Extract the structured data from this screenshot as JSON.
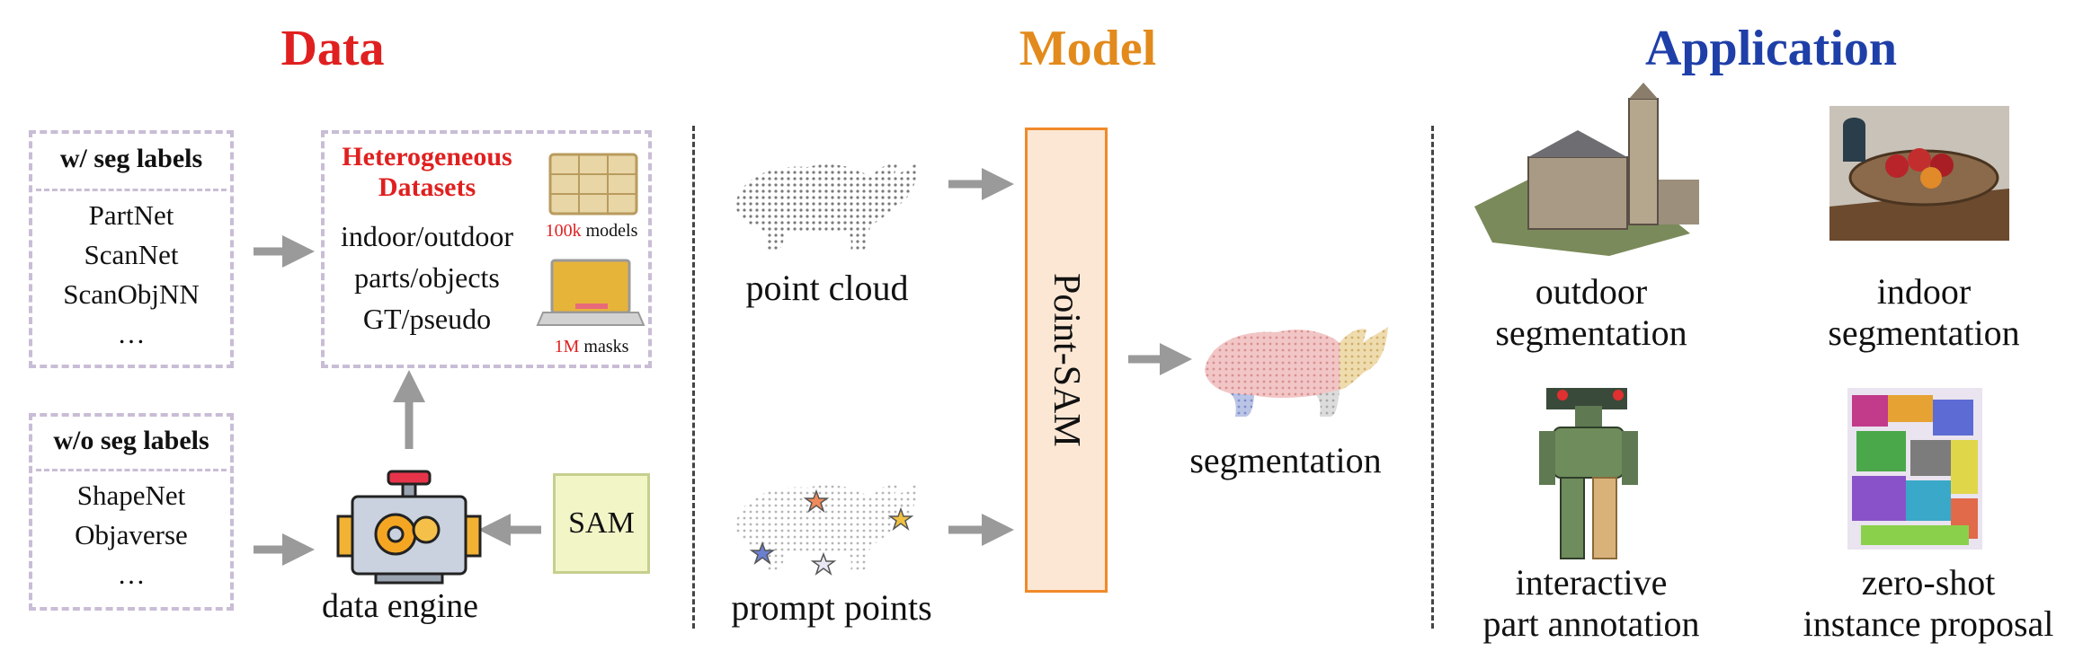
{
  "sections": {
    "data": {
      "title": "Data",
      "color": "#e02020"
    },
    "model": {
      "title": "Model",
      "color": "#e28a1c"
    },
    "application": {
      "title": "Application",
      "color": "#1f3fa8"
    }
  },
  "data_panel": {
    "with_labels": {
      "header": "w/ seg labels",
      "items": [
        "PartNet",
        "ScanNet",
        "ScanObjNN",
        "…"
      ]
    },
    "without_labels": {
      "header": "w/o seg labels",
      "items": [
        "ShapeNet",
        "Objaverse",
        "…"
      ]
    },
    "heterogeneous": {
      "title_line1": "Heterogeneous",
      "title_line2": "Datasets",
      "items": [
        "indoor/outdoor",
        "parts/objects",
        "GT/pseudo"
      ],
      "models_count": "100k",
      "models_label": "models",
      "masks_count": "1M",
      "masks_label": "masks"
    },
    "engine_label": "data engine",
    "sam_label": "SAM"
  },
  "model_panel": {
    "point_cloud_label": "point cloud",
    "prompt_points_label": "prompt points",
    "model_name": "Point-SAM",
    "output_label": "segmentation"
  },
  "application_panel": {
    "outdoor": {
      "line1": "outdoor",
      "line2": "segmentation"
    },
    "indoor": {
      "line1": "indoor",
      "line2": "segmentation"
    },
    "interactive": {
      "line1": "interactive",
      "line2": "part annotation"
    },
    "zero_shot": {
      "line1": "zero-shot",
      "line2": "instance proposal"
    }
  },
  "colors": {
    "accent_red": "#e02020",
    "arrow_gray": "#9a9a9a",
    "dashed_box": "#c9bdd6",
    "sam_fill": "#f2f5c6",
    "model_box_border": "#f08a2a",
    "model_box_fill": "#fce7d4"
  }
}
